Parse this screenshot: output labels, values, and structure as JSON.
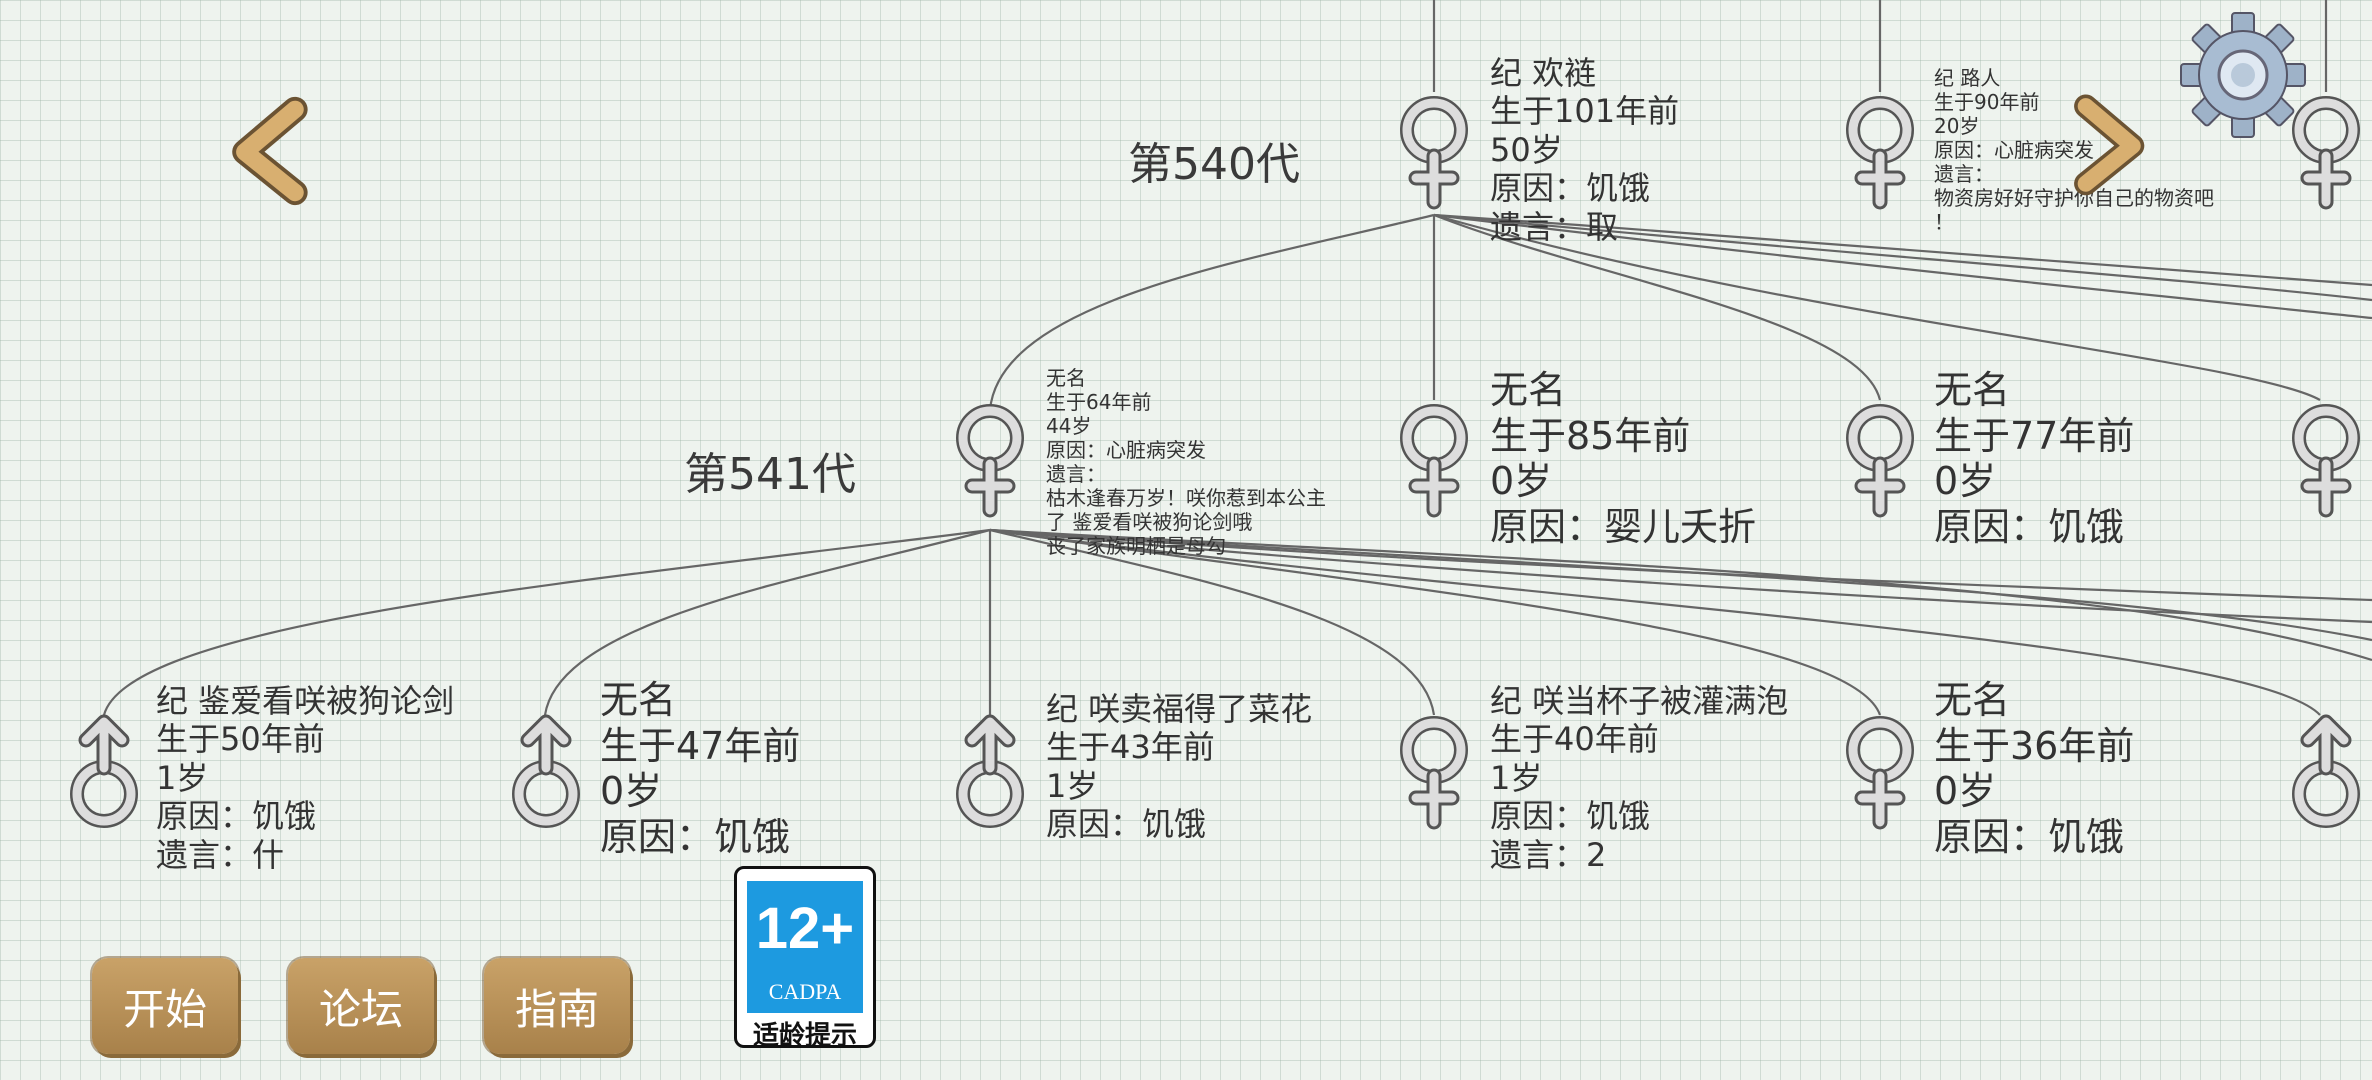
{
  "generations": [
    {
      "label": "第540代"
    },
    {
      "label": "第541代"
    }
  ],
  "nodes": [
    {
      "gender": "female",
      "size": "m",
      "lines": [
        "纪 欢裢",
        "生于101年前",
        "50岁",
        "原因：饥饿",
        "遗言：取"
      ]
    },
    {
      "gender": "female",
      "size": "s",
      "lines": [
        "纪 路人",
        "生于90年前",
        "20岁",
        "原因：心脏病突发",
        "遗言：",
        "物资房好好守护你自己的物资吧",
        "！"
      ]
    },
    {
      "gender": "female",
      "size": "s",
      "lines": [
        "无名",
        "生于64年前",
        "44岁",
        "原因：心脏病突发",
        "遗言：",
        "枯木逢春万岁！咲你惹到本公主",
        "了 鉴爱看咲被狗论剑哦",
        "丧了家族明栖是母勾"
      ]
    },
    {
      "gender": "female",
      "size": "l",
      "lines": [
        "无名",
        "生于85年前",
        "0岁",
        "原因：婴儿夭折"
      ]
    },
    {
      "gender": "female",
      "size": "l",
      "lines": [
        "无名",
        "生于77年前",
        "0岁",
        "原因：饥饿"
      ]
    },
    {
      "gender": "male",
      "size": "m",
      "lines": [
        "纪 鉴爱看咲被狗论剑",
        "生于50年前",
        "1岁",
        "原因：饥饿",
        "遗言：什"
      ]
    },
    {
      "gender": "male",
      "size": "l",
      "lines": [
        "无名",
        "生于47年前",
        "0岁",
        "原因：饥饿"
      ]
    },
    {
      "gender": "male",
      "size": "m",
      "lines": [
        "纪 咲卖福得了菜花",
        "生于43年前",
        "1岁",
        "原因：饥饿"
      ]
    },
    {
      "gender": "female",
      "size": "m",
      "lines": [
        "纪 咲当杯子被灌满泡",
        "生于40年前",
        "1岁",
        "原因：饥饿",
        "遗言：2"
      ]
    },
    {
      "gender": "female",
      "size": "l",
      "lines": [
        "无名",
        "生于36年前",
        "0岁",
        "原因：饥饿"
      ]
    }
  ],
  "buttons": {
    "start": "开始",
    "forum": "论坛",
    "guide": "指南"
  },
  "age_rating": {
    "number": "12+",
    "org": "CADPA",
    "caption": "适龄提示"
  },
  "icons": {
    "prev": "chevron-left-icon",
    "next": "chevron-right-icon",
    "settings": "gear-icon",
    "female": "female-symbol-icon",
    "male": "male-symbol-icon"
  },
  "colors": {
    "button": "#b8915a",
    "arrow": "#d4aa6a",
    "badge_blue": "#1d9ae0",
    "grid_bg": "#eef3ee"
  }
}
